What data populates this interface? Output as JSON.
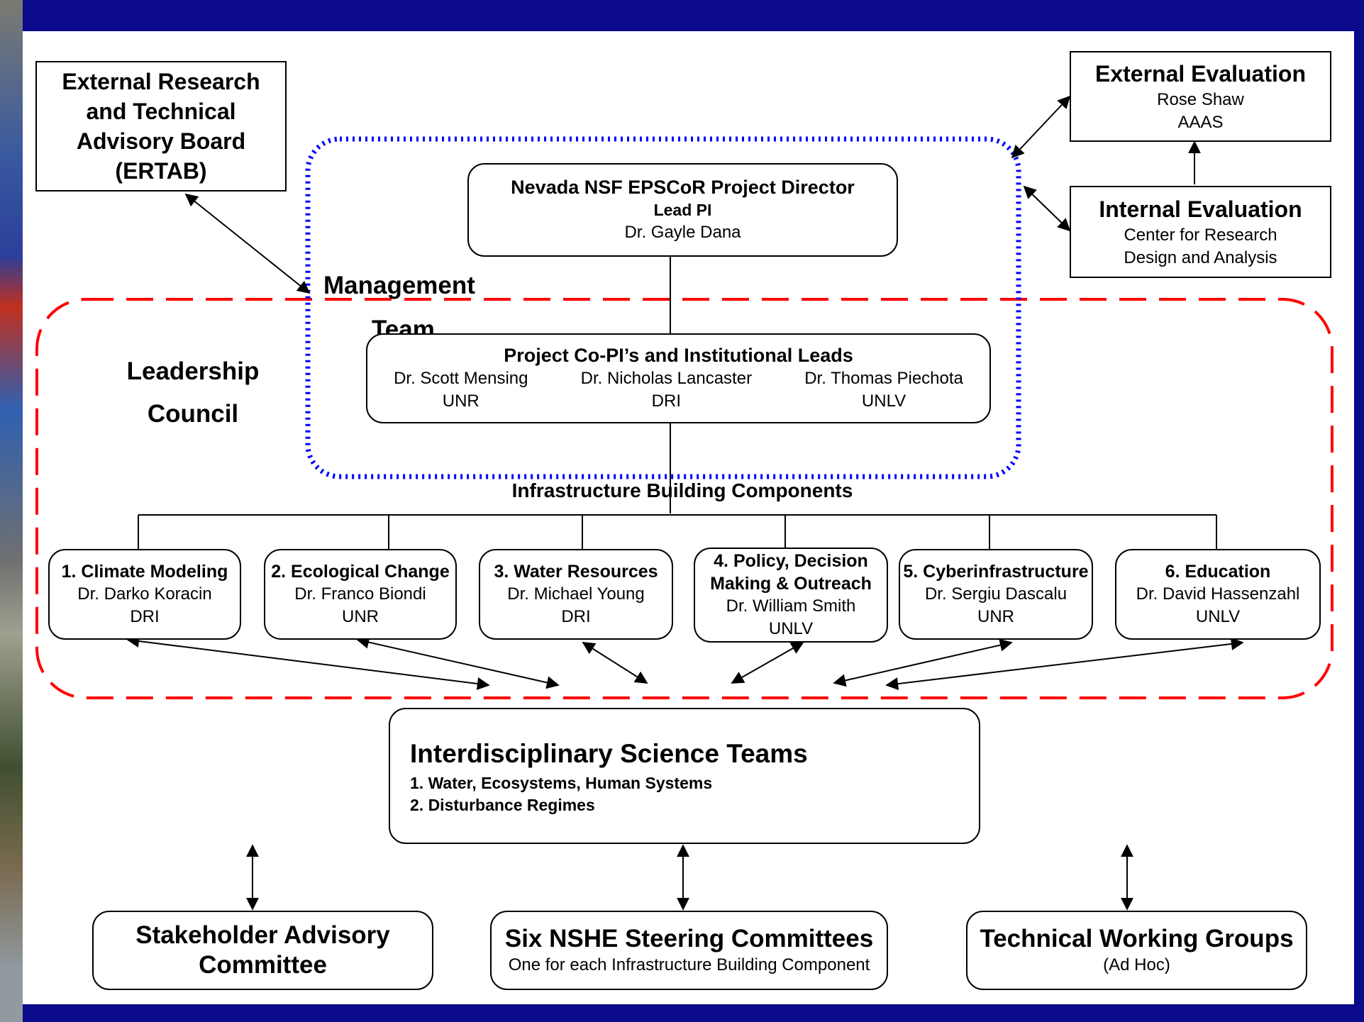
{
  "ertab": {
    "lines": [
      "External Research",
      "and Technical",
      "Advisory Board",
      "(ERTAB)"
    ]
  },
  "external_eval": {
    "title": "External Evaluation",
    "line1": "Rose Shaw",
    "line2": "AAAS"
  },
  "internal_eval": {
    "title": "Internal Evaluation",
    "line1": "Center for Research",
    "line2": "Design and Analysis"
  },
  "director": {
    "title": "Nevada NSF EPSCoR Project Director",
    "subtitle": "Lead PI",
    "name": "Dr. Gayle Dana"
  },
  "management_team": {
    "line1": "Management",
    "line2": "Team"
  },
  "leadership_council": {
    "line1": "Leadership",
    "line2": "Council"
  },
  "copis": {
    "title": "Project Co-PI’s and Institutional Leads",
    "people": [
      {
        "name": "Dr. Scott Mensing",
        "inst": "UNR"
      },
      {
        "name": "Dr. Nicholas Lancaster",
        "inst": "DRI"
      },
      {
        "name": "Dr. Thomas Piechota",
        "inst": "UNLV"
      }
    ]
  },
  "infra_label": "Infrastructure Building Components",
  "components": [
    {
      "title": "1. Climate Modeling",
      "name": "Dr. Darko Koracin",
      "inst": "DRI"
    },
    {
      "title": "2. Ecological Change",
      "name": "Dr. Franco Biondi",
      "inst": "UNR"
    },
    {
      "title": "3. Water Resources",
      "name": "Dr. Michael Young",
      "inst": "DRI"
    },
    {
      "title": "4. Policy, Decision",
      "title2": "Making & Outreach",
      "name": "Dr. William Smith",
      "inst": "UNLV"
    },
    {
      "title": "5. Cyberinfrastructure",
      "name": "Dr. Sergiu Dascalu",
      "inst": "UNR"
    },
    {
      "title": "6. Education",
      "name": "Dr. David Hassenzahl",
      "inst": "UNLV"
    }
  ],
  "science_teams": {
    "title": "Interdisciplinary Science Teams",
    "items": [
      "1. Water, Ecosystems, Human Systems",
      "2. Disturbance Regimes"
    ]
  },
  "stakeholder": {
    "line1": "Stakeholder Advisory",
    "line2": "Committee"
  },
  "nshe": {
    "title": "Six NSHE Steering Committees",
    "subtitle": "One for each Infrastructure Building Component"
  },
  "working_groups": {
    "title": "Technical Working Groups",
    "subtitle": "(Ad Hoc)"
  },
  "colors": {
    "background": "#0a0a8a",
    "management_boundary": "#0000ff",
    "council_boundary": "#ff0000",
    "box_border": "#000000"
  }
}
